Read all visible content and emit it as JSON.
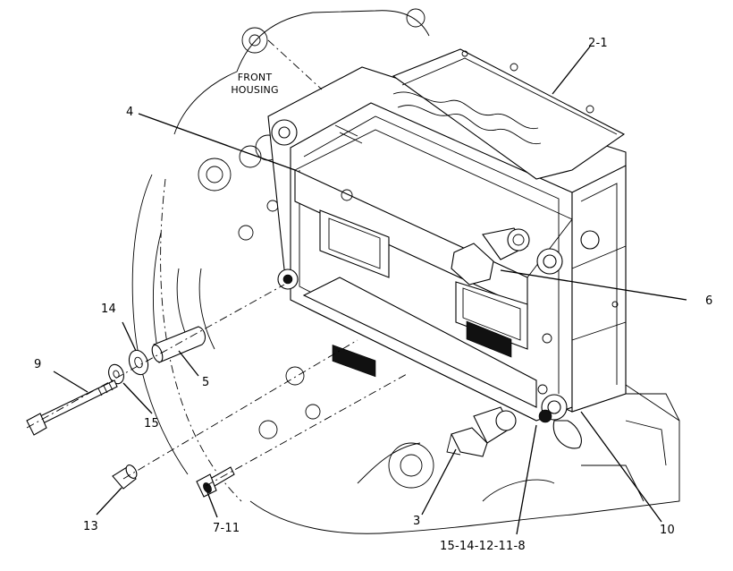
{
  "labels": {
    "front_housing_line1": "FRONT",
    "front_housing_line2": "HOUSING",
    "part_2_1": "2-1",
    "part_4": "4",
    "part_6": "6",
    "part_14": "14",
    "part_9": "9",
    "part_5": "5",
    "part_15": "15",
    "part_13": "13",
    "part_7_11": "7-11",
    "part_3": "3",
    "part_10": "10",
    "part_15_14_12_11_8": "15-14-12-11-8"
  }
}
